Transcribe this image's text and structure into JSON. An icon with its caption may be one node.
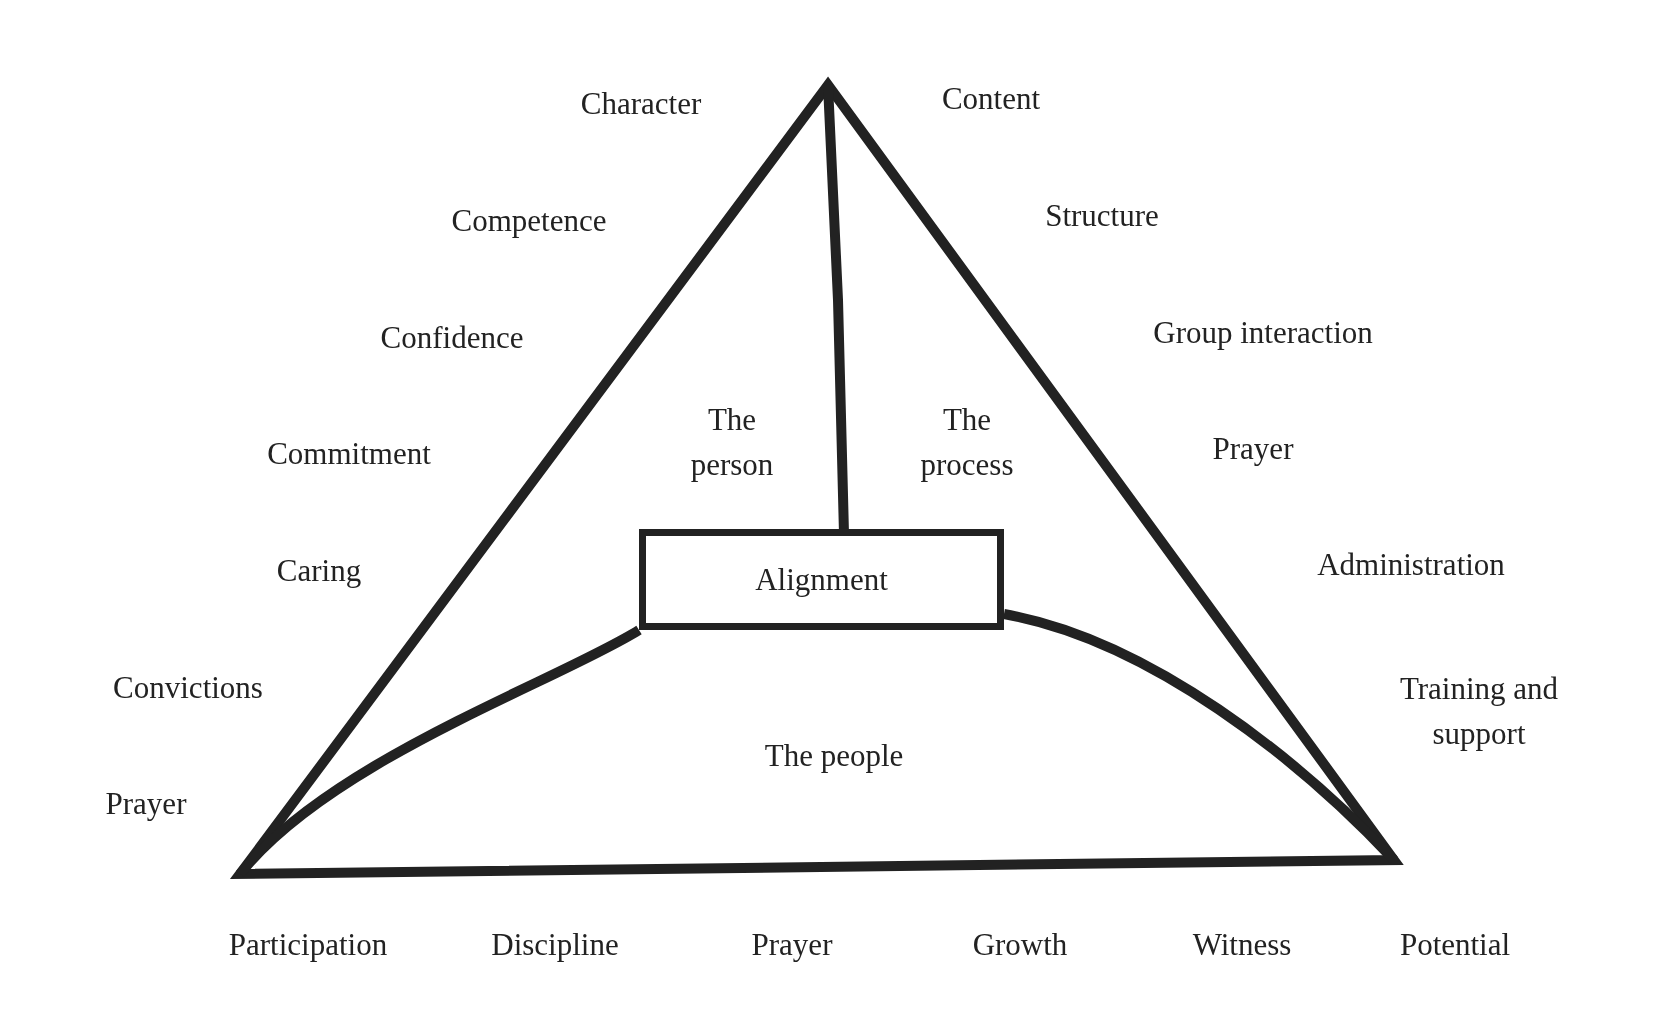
{
  "diagram": {
    "nodes": [
      {
        "text": [
          "Alignment"
        ]
      }
    ],
    "edges": [],
    "labels": [
      "Character",
      "Content",
      "Competence",
      "Structure",
      "Confidence",
      "Group interaction",
      "The person",
      "The process",
      "Commitment",
      "Prayer",
      "Caring",
      "Administration",
      "Convictions",
      "Training and support",
      "The people",
      "Prayer",
      "Participation",
      "Discipline",
      "Prayer",
      "Growth",
      "Witness",
      "Potential"
    ]
  }
}
